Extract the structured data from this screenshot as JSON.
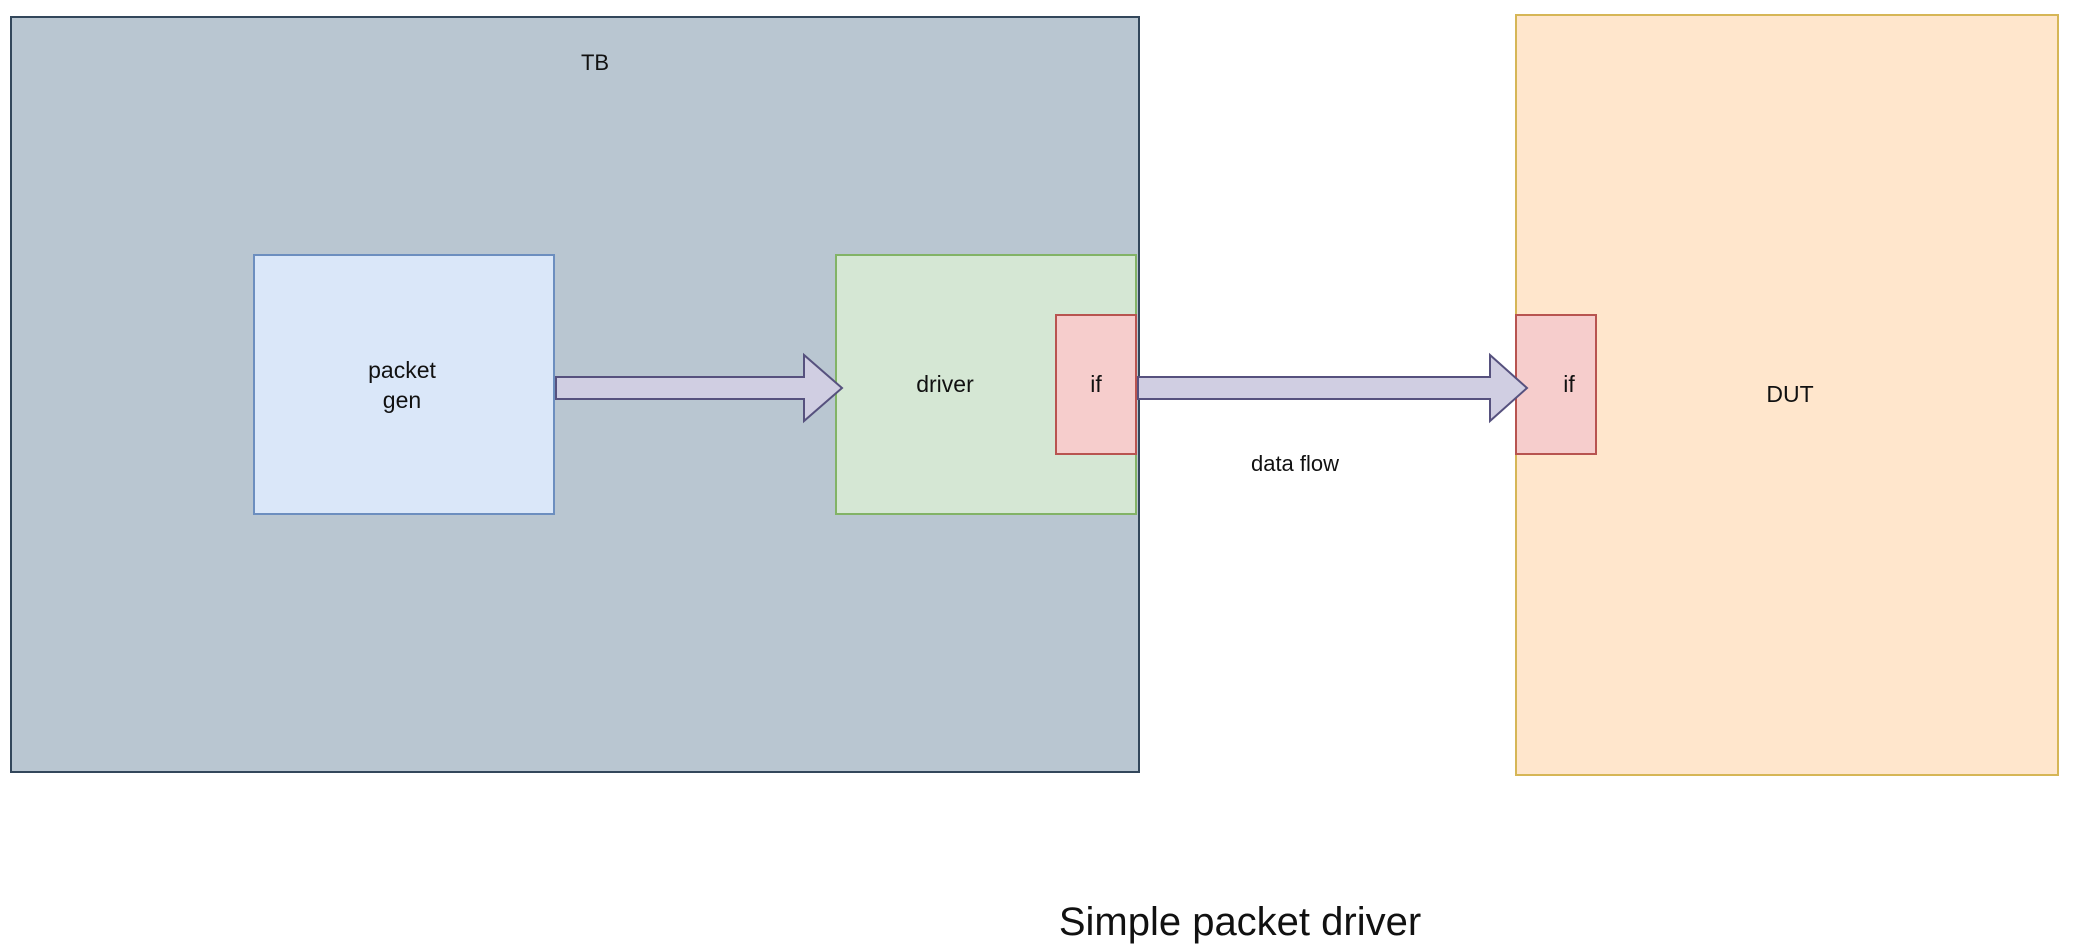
{
  "diagram": {
    "testbench": {
      "label": "TB",
      "fill": "#b9c6d1",
      "stroke": "#33475b"
    },
    "packet_gen": {
      "label": "packet\ngen",
      "fill": "#dae7f9",
      "stroke": "#6c8ebf"
    },
    "driver": {
      "label": "driver",
      "fill": "#d5e7d4",
      "stroke": "#82b366"
    },
    "driver_interface": {
      "label": "if",
      "fill": "#f6cdcc",
      "stroke": "#b85450"
    },
    "dut": {
      "label": "DUT",
      "fill": "#ffe6cc",
      "stroke": "#d6b656"
    },
    "dut_interface": {
      "label": "if",
      "fill": "#f6cdcc",
      "stroke": "#b85450"
    },
    "data_flow_label": "data flow",
    "arrow_fill": "#d0cee2",
    "arrow_stroke": "#56517e"
  },
  "title": "Simple packet driver"
}
